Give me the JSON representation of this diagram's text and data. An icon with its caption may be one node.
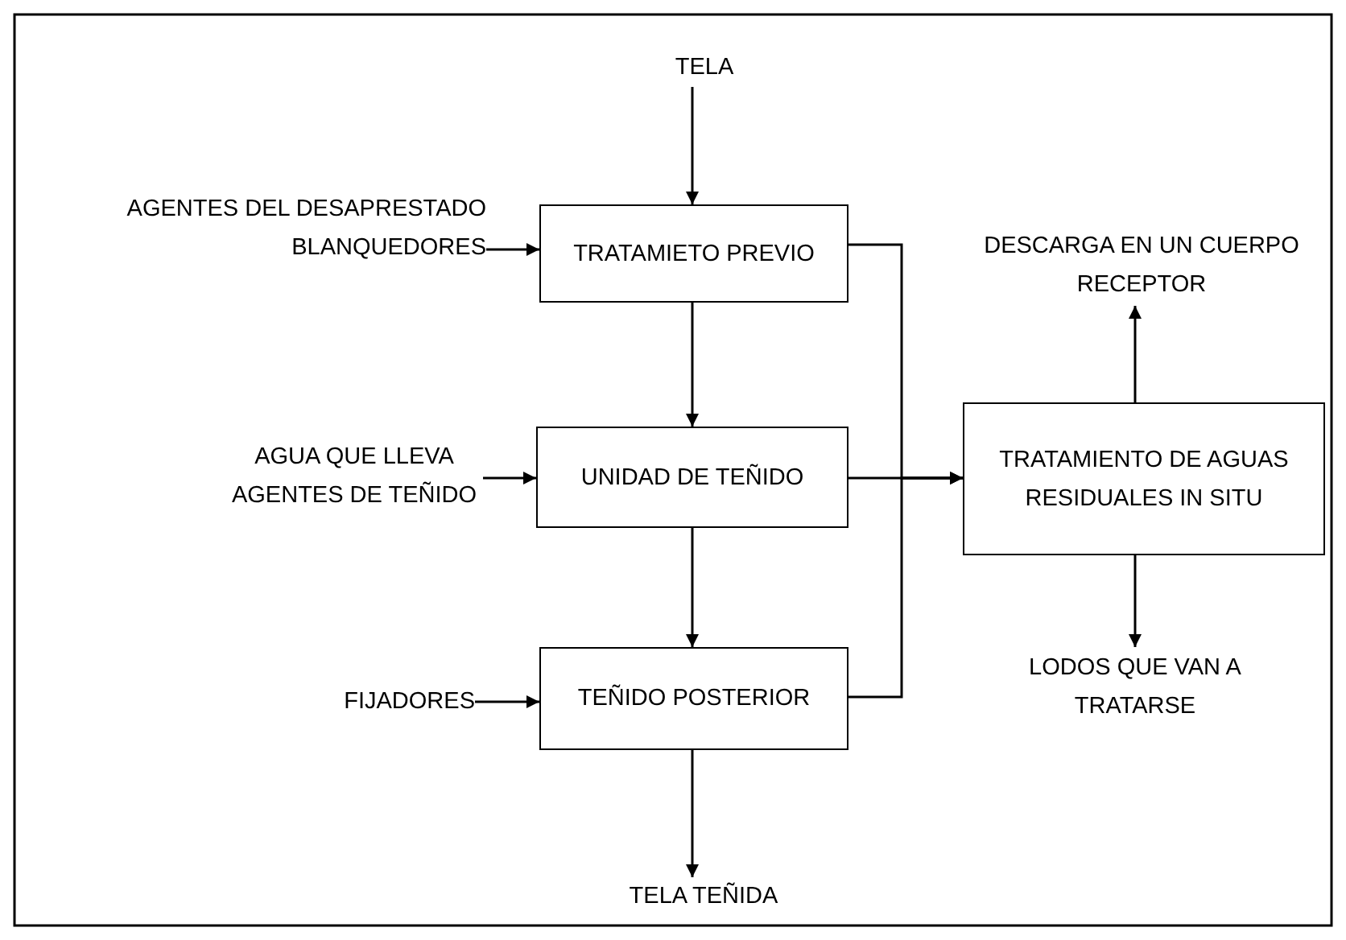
{
  "diagram": {
    "nodes": [
      {
        "text": [
          "TELA"
        ]
      },
      {
        "text": [
          "AGENTES DEL DESAPRESTADO BLANQUEDORES"
        ]
      },
      {
        "text": [
          "TRATAMIETO PREVIO"
        ]
      },
      {
        "text": [
          "AGUA QUE LLEVA AGENTES DE TEÑIDO"
        ]
      },
      {
        "text": [
          "UNIDAD DE TEÑIDO"
        ]
      },
      {
        "text": [
          "TRATAMIENTO DE AGUAS RESIDUALES IN SITU"
        ]
      },
      {
        "text": [
          "DESCARGA EN UN CUERPO RECEPTOR"
        ]
      },
      {
        "text": [
          "FIJADORES"
        ]
      },
      {
        "text": [
          "TEÑIDO POSTERIOR"
        ]
      },
      {
        "text": [
          "LODOS QUE VAN A TRATARSE"
        ]
      },
      {
        "text": [
          "TELA TEÑIDA"
        ]
      }
    ],
    "edges": [
      {
        "from": 0,
        "to": 2,
        "arrow": "to"
      },
      {
        "from": 1,
        "to": 2,
        "arrow": "to"
      },
      {
        "from": 2,
        "to": 4,
        "arrow": "to"
      },
      {
        "from": 3,
        "to": 4,
        "arrow": "to"
      },
      {
        "from": 4,
        "to": 8,
        "arrow": "to"
      },
      {
        "from": 7,
        "to": 8,
        "arrow": "to"
      },
      {
        "from": 8,
        "to": 10,
        "arrow": "to"
      },
      {
        "from": 2,
        "to": 5,
        "arrow": "to"
      },
      {
        "from": 4,
        "to": 5,
        "arrow": "to"
      },
      {
        "from": 8,
        "to": 5,
        "arrow": "to"
      },
      {
        "from": 5,
        "to": 6,
        "arrow": "to"
      },
      {
        "from": 5,
        "to": 9,
        "arrow": "to"
      }
    ]
  }
}
